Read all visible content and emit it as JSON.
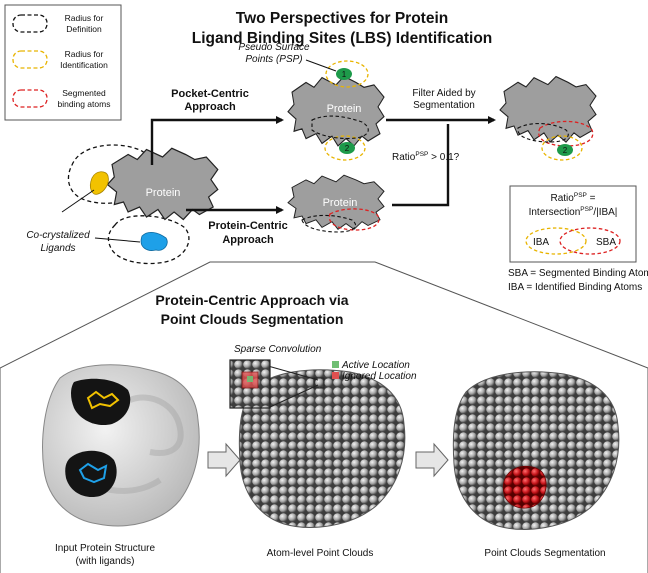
{
  "title": {
    "line1": "Two Perspectives for Protein",
    "line2": "Ligand Binding Sites (LBS) Identification"
  },
  "legend": {
    "definition": [
      "Radius for",
      "Definition"
    ],
    "identification": [
      "Radius for",
      "Identification"
    ],
    "segmented": [
      "Segmented",
      "binding atoms"
    ],
    "colors": {
      "definition": "#111111",
      "identification": "#e8b400",
      "segmented": "#dd2222"
    }
  },
  "protein_label": "Protein",
  "pseudo_surface": [
    "Pseudo Surface",
    "Points (PSP)"
  ],
  "psp_numbers": [
    "1",
    "2",
    "2"
  ],
  "pocket_centric": [
    "Pocket-Centric",
    "Approach"
  ],
  "protein_centric": [
    "Protein-Centric",
    "Approach"
  ],
  "filter": [
    "Filter Aided by",
    "Segmentation"
  ],
  "ratio_question": {
    "base": "Ratio",
    "sup": "PSP",
    "rest": " > 0.1?"
  },
  "co_crystalized": [
    "Co-crystalized",
    "Ligands"
  ],
  "ratio_box": {
    "line1_base": "Ratio",
    "line1_sup": "PSP",
    "line1_rest": " =",
    "line2_base": "Intersection",
    "line2_sup": "PSP",
    "line2_rest": "/|IBA|",
    "iba": "IBA",
    "sba": "SBA"
  },
  "definitions": {
    "sba": "SBA = Segmented Binding Atoms",
    "iba": "IBA = Identified Binding Atoms"
  },
  "section2": {
    "line1": "Protein-Centric Approach via",
    "line2": "Point Clouds Segmentation"
  },
  "sparse_conv": "Sparse Convolution",
  "active_location": "Active Location",
  "ignored_location": "Ignored Location",
  "captions": {
    "input": [
      "Input Protein Structure",
      "(with ligands)"
    ],
    "atom": "Atom-level Point Clouds",
    "seg": "Point Clouds Segmentation"
  },
  "colors": {
    "protein_fill": "#9e9e9e",
    "ligand_yellow": "#f2c200",
    "ligand_blue": "#1ea0e8",
    "psp_green": "#1d9a4a",
    "segmented_red": "#c8161d",
    "active_green": "#6fbf73",
    "ignored_red": "#e05050"
  }
}
